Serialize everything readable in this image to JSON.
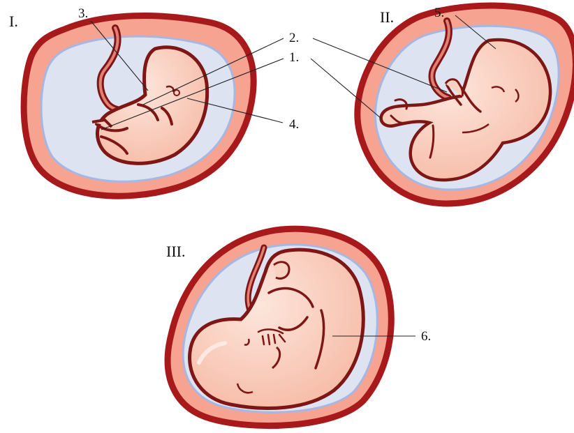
{
  "colors": {
    "wall": "#b01c1c",
    "outline": "#8a1414",
    "placenta": "#f6a392",
    "fluid": "#dfe4f2",
    "membrane": "#a9b9e3",
    "skin": "#fbd2c2",
    "skin_shade": "#f3b8a4",
    "line": "#222222"
  },
  "panels": [
    {
      "id": "panel-1",
      "label": "I."
    },
    {
      "id": "panel-2",
      "label": "II."
    },
    {
      "id": "panel-3",
      "label": "III."
    }
  ],
  "callouts": [
    "1.",
    "2.",
    "3.",
    "4.",
    "5.",
    "6."
  ]
}
